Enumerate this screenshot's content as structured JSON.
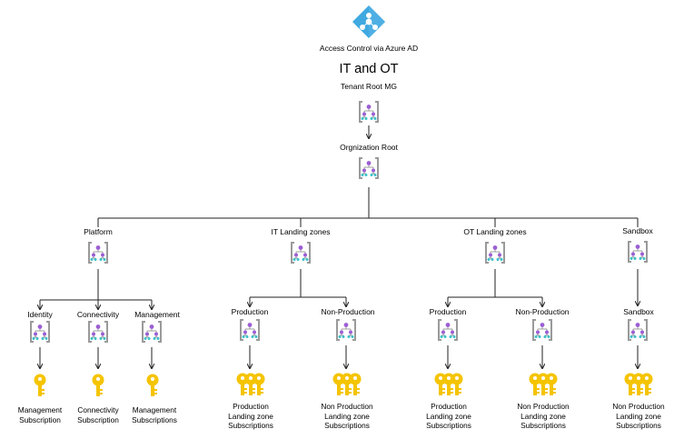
{
  "header": {
    "access_control": "Access Control via  Azure AD",
    "title": "IT and OT",
    "tenant_root": "Tenant Root MG",
    "org_root": "Orgnization Root"
  },
  "level1": {
    "platform": "Platform",
    "it_landing": "IT Landing zones",
    "ot_landing": "OT Landing zones",
    "sandbox": "Sandbox"
  },
  "level2": {
    "identity": "Identity",
    "connectivity": "Connectivity",
    "management": "Management",
    "it_production": "Production",
    "it_non_production": "Non-Production",
    "ot_production": "Production",
    "ot_non_production": "Non-Production",
    "sandbox": "Sandbox"
  },
  "subscriptions": {
    "management": [
      "Management",
      "Subscription"
    ],
    "connectivity": [
      "Connectivity",
      "Subscription"
    ],
    "management2": [
      "Management",
      "Subscriptions"
    ],
    "it_prod": [
      "Production",
      "Landing zone",
      "Subscriptions"
    ],
    "it_nonprod": [
      "Non Production",
      "Landing zone",
      "Subscriptions"
    ],
    "ot_prod": [
      "Production",
      "Landing zone",
      "Subscriptions"
    ],
    "ot_nonprod": [
      "Non Production",
      "Landing zone",
      "Subscriptions"
    ],
    "sandbox": [
      "Non Production",
      "Landing zone",
      "Subscriptions"
    ]
  },
  "colors": {
    "azure_ad_blue": "#3fa9e0",
    "bracket_gray": "#9a9a9a",
    "node_purple": "#9b5fd4",
    "node_teal": "#3cc0c8",
    "key_gold": "#f5c400",
    "line": "#222222"
  },
  "icons": {
    "azure_ad": "azure-ad-icon",
    "management_group": "management-group-icon",
    "subscription": "subscription-key-icon"
  }
}
